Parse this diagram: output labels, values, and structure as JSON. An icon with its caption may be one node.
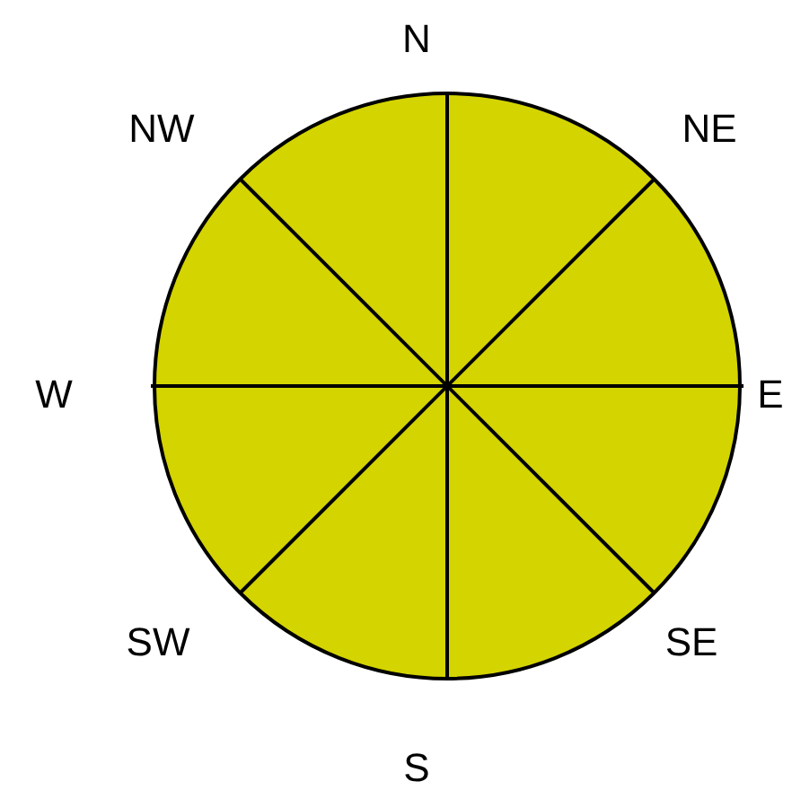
{
  "diagram": {
    "labels": [
      "N",
      "NW",
      "NE",
      "W",
      "E",
      "SW",
      "SE",
      "S"
    ]
  }
}
